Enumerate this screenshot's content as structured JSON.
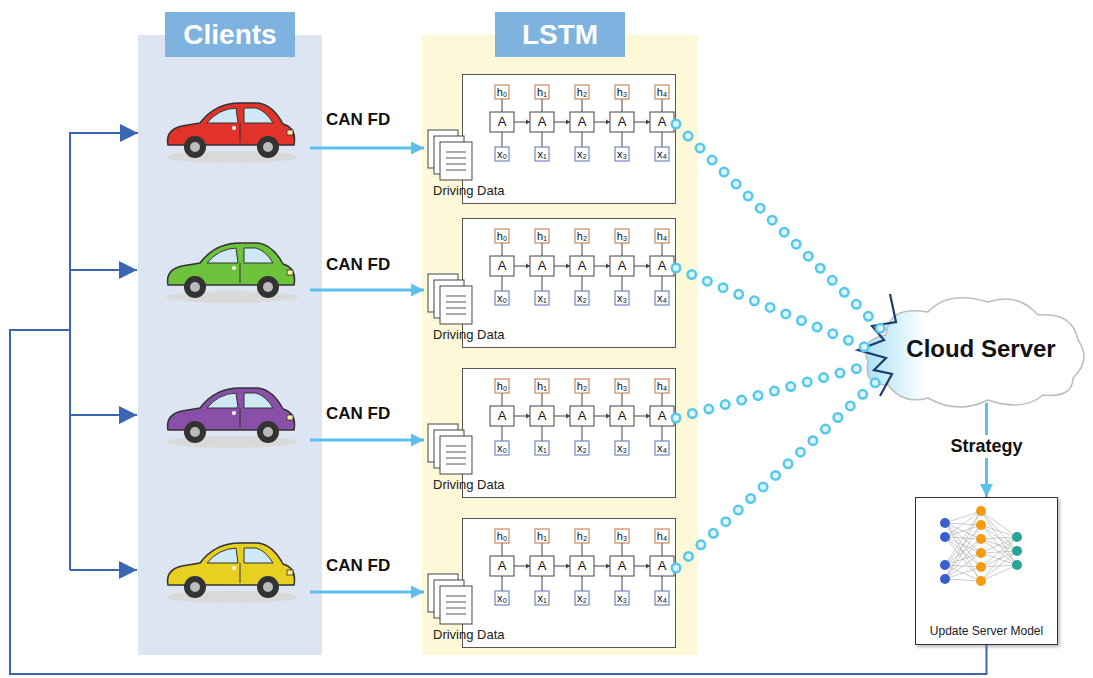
{
  "diagram": {
    "nodes": [
      {
        "text": [
          "Clients"
        ]
      },
      {
        "text": [
          "LSTM"
        ]
      },
      {
        "text": [
          "Driving Data"
        ],
        "in": 1
      },
      {
        "text": [
          "Driving Data"
        ],
        "in": 1
      },
      {
        "text": [
          "Driving Data"
        ],
        "in": 1
      },
      {
        "text": [
          "Driving Data"
        ],
        "in": 1
      },
      {
        "text": [
          "Cloud Server"
        ]
      },
      {
        "text": [
          "Update Server Model"
        ]
      }
    ],
    "edges": [
      {
        "from": 2,
        "to": 6,
        "arrow": "none"
      },
      {
        "from": 3,
        "to": 6,
        "arrow": "none"
      },
      {
        "from": 4,
        "to": 6,
        "arrow": "none"
      },
      {
        "from": 5,
        "to": 6,
        "arrow": "none"
      },
      {
        "from": 6,
        "to": 7,
        "label": "Strategy",
        "arrow": "to"
      },
      {
        "from": 7,
        "to": 0,
        "arrow": "to"
      }
    ],
    "labels": [
      "CAN FD",
      "CAN FD",
      "CAN FD",
      "CAN FD",
      "h₀",
      "h₁",
      "h₂",
      "h₃",
      "h₄",
      "A",
      "A",
      "A",
      "A",
      "A",
      "x₀",
      "x₁",
      "x₂",
      "x₃",
      "x₄",
      "h₀",
      "h₁",
      "h₂",
      "h₃",
      "h₄",
      "A",
      "A",
      "A",
      "A",
      "A",
      "x₀",
      "x₁",
      "x₂",
      "x₃",
      "x₄",
      "h₀",
      "h₁",
      "h₂",
      "h₃",
      "h₄",
      "A",
      "A",
      "A",
      "A",
      "A",
      "x₀",
      "x₁",
      "x₂",
      "x₃",
      "x₄",
      "h₀",
      "h₁",
      "h₂",
      "h₃",
      "h₄",
      "A",
      "A",
      "A",
      "A",
      "A",
      "x₀",
      "x₁",
      "x₂",
      "x₃",
      "x₄"
    ]
  }
}
